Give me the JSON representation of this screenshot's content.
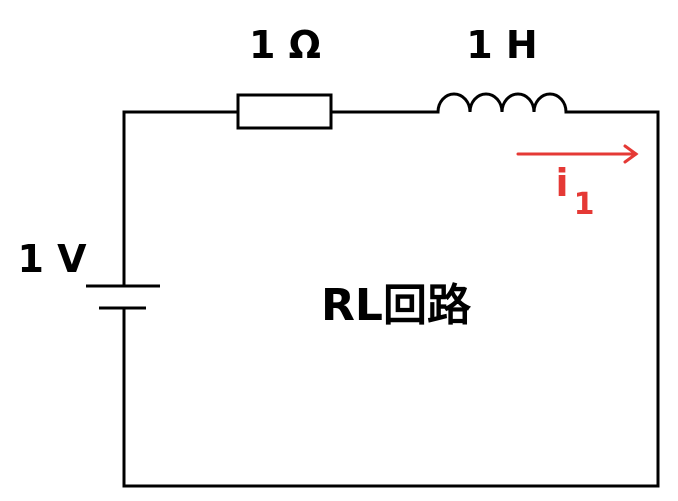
{
  "resistor": {
    "label": "1 Ω"
  },
  "inductor": {
    "label": "1 H"
  },
  "battery": {
    "label": "1 V"
  },
  "current": {
    "symbol": "i",
    "subscript": "1"
  },
  "title": "RL回路",
  "colors": {
    "wire": "#000000",
    "current": "#e53935",
    "background": "#ffffff"
  }
}
